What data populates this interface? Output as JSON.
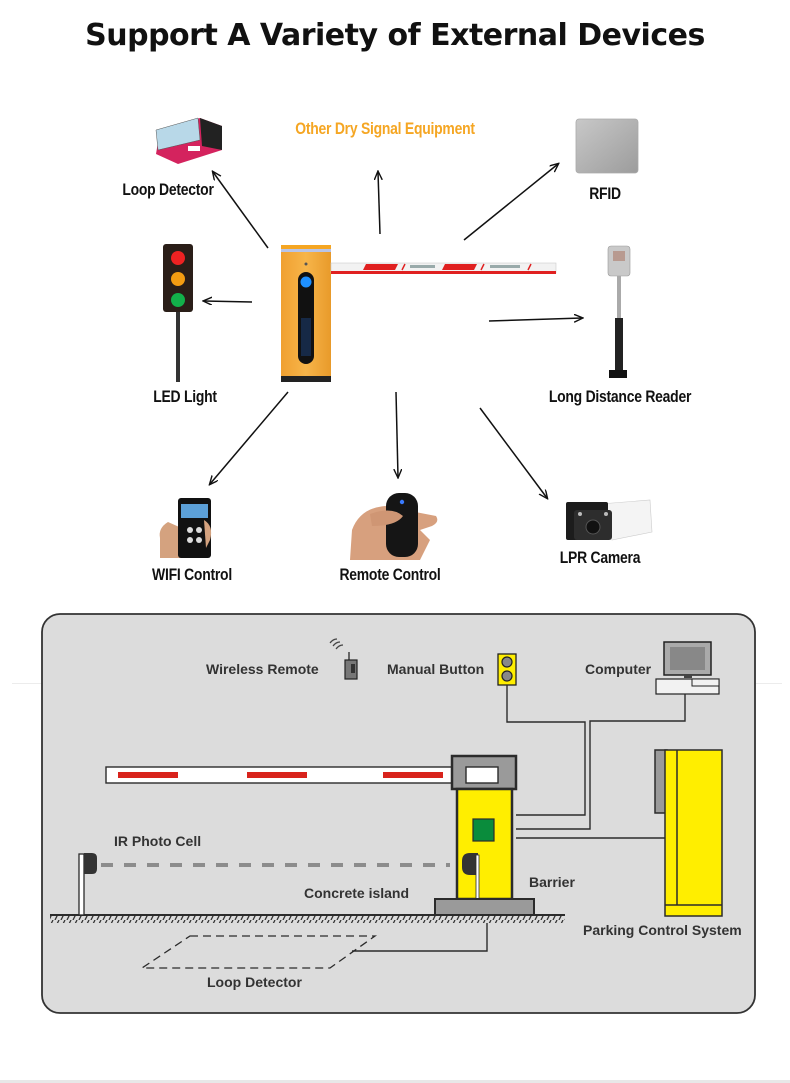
{
  "title": "Support A Variety of External Devices",
  "hub": {
    "device": "barrier-gate",
    "body_color": "#f2a531",
    "arm_color": "#e02020"
  },
  "devices": [
    {
      "id": "loop-detector",
      "label": "Loop Detector"
    },
    {
      "id": "other-dry-signal",
      "label": "Other Dry Signal Equipment",
      "color": "#f5a623"
    },
    {
      "id": "rfid",
      "label": "RFID"
    },
    {
      "id": "led-light",
      "label": "LED Light"
    },
    {
      "id": "long-distance-reader",
      "label": "Long Distance Reader"
    },
    {
      "id": "wifi-control",
      "label": "WIFI Control"
    },
    {
      "id": "remote-control",
      "label": "Remote Control"
    },
    {
      "id": "lpr-camera",
      "label": "LPR Camera"
    }
  ],
  "diagram": {
    "labels": {
      "wireless_remote": "Wireless Remote",
      "manual_button": "Manual Button",
      "computer": "Computer",
      "ir_photo_cell": "IR Photo Cell",
      "concrete_island": "Concrete island",
      "barrier": "Barrier",
      "parking_control_system": "Parking Control System",
      "loop_detector": "Loop Detector"
    },
    "colors": {
      "panel": "#dcdcdc",
      "yellow": "#ffee00",
      "red_stripe": "#d8231c",
      "green": "#0a8c3c",
      "gray": "#9a9a9a",
      "outline": "#2b2b2b"
    }
  }
}
